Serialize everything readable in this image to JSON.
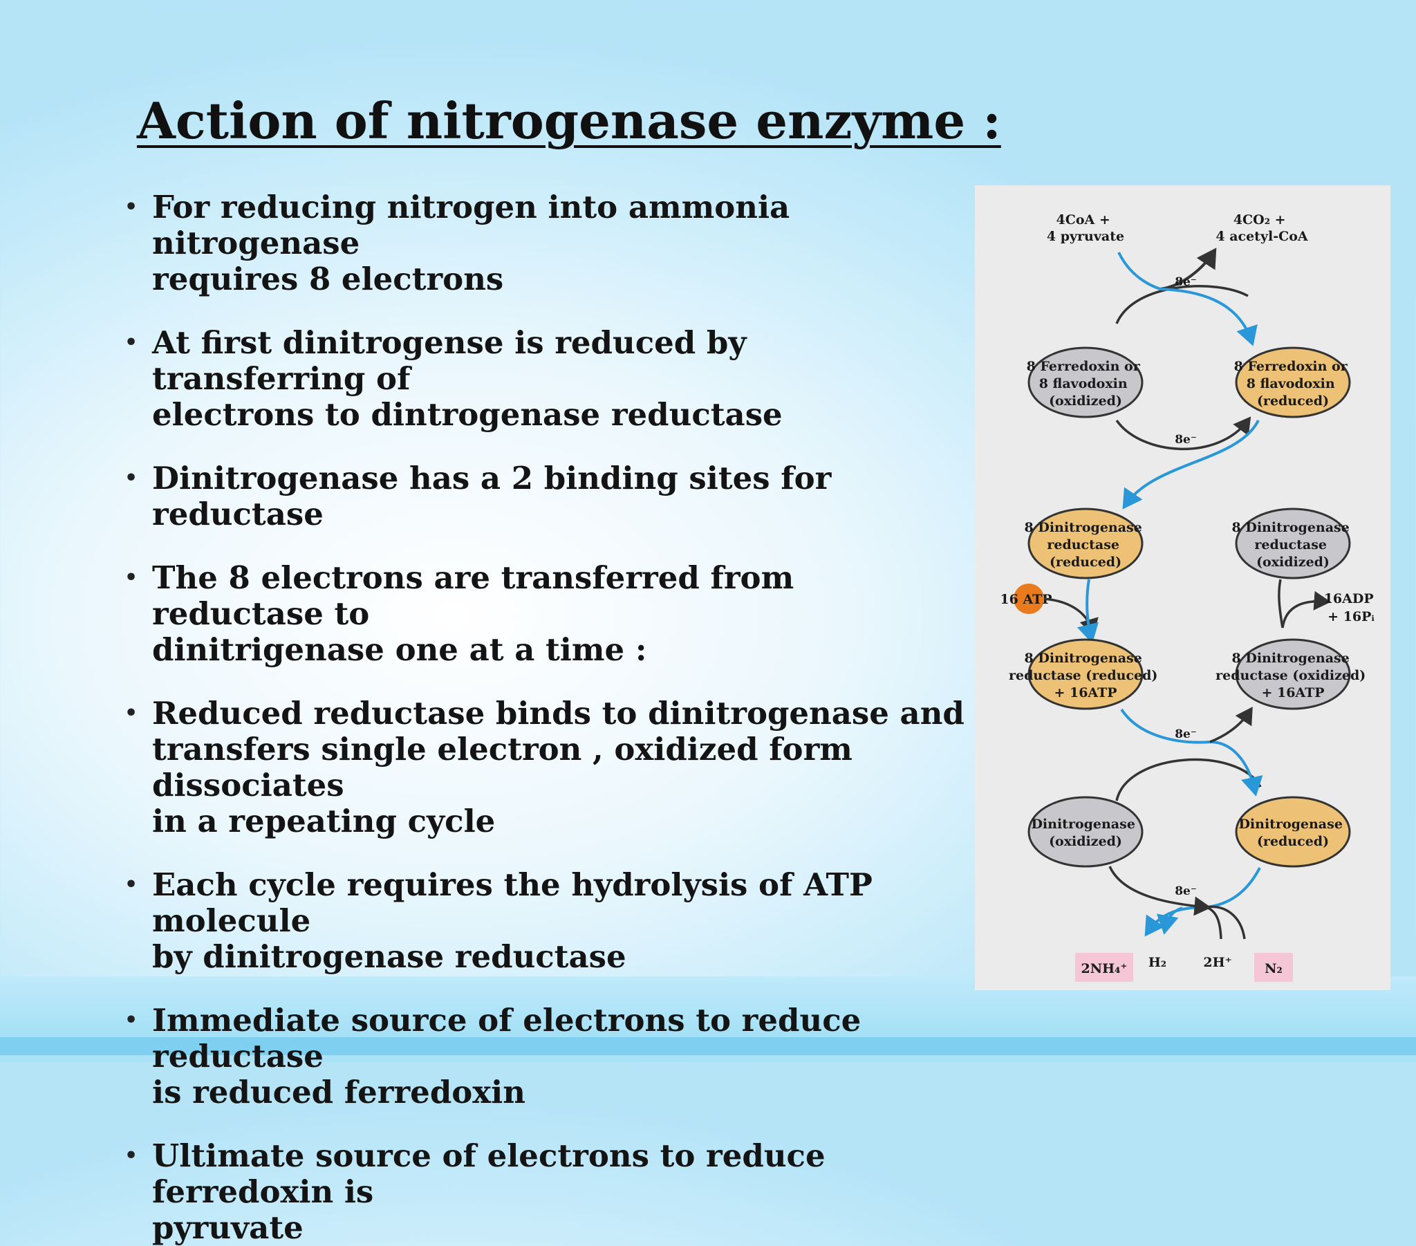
{
  "title": "Action of nitrogenase enzyme :",
  "bullets": [
    {
      "lines": [
        "For reducing nitrogen into ammonia nitrogenase",
        "requires 8 electrons"
      ]
    },
    {
      "lines": [
        "At first dinitrogense is reduced by transferring of",
        "electrons to dintrogenase reductase"
      ]
    },
    {
      "lines": [
        "Dinitrogenase has a 2 binding sites for reductase"
      ]
    },
    {
      "lines": [
        "The 8 electrons are transferred from reductase to",
        "dinitrigenase one at a time :"
      ]
    },
    {
      "lines": [
        "Reduced reductase binds to dinitrogenase and",
        "transfers single electron , oxidized form dissociates",
        "in a repeating cycle"
      ]
    },
    {
      "lines": [
        "Each cycle requires  the hydrolysis of ATP molecule",
        "by dinitrogenase reductase"
      ]
    },
    {
      "lines": [
        "Immediate source of electrons to reduce reductase",
        "is reduced ferredoxin"
      ]
    },
    {
      "lines": [
        "Ultimate source of electrons to reduce ferredoxin is",
        "pyruvate"
      ]
    }
  ],
  "bullet_symbol": "•",
  "diagram": {
    "colors": {
      "oxidized": "#c8c8cc",
      "reduced": "#edc276",
      "electron_arrow": "#2a98d8",
      "atp": "#ea7a1e",
      "product_box": "#f4c6d6",
      "panel": "#ebebeb"
    },
    "electron_label": "8e⁻",
    "top_inputs": {
      "left": [
        "4CoA +",
        "4 pyruvate"
      ],
      "right": [
        "4CO₂ +",
        "4 acetyl-CoA"
      ]
    },
    "nodes": {
      "ferredoxin_oxidized": [
        "8 Ferredoxin or",
        "8 flavodoxin",
        "(oxidized)"
      ],
      "ferredoxin_reduced": [
        "8 Ferredoxin or",
        "8 flavodoxin",
        "(reduced)"
      ],
      "reductase_reduced": [
        "8 Dinitrogenase",
        "reductase",
        "(reduced)"
      ],
      "reductase_oxidized": [
        "8 Dinitrogenase",
        "reductase",
        "(oxidized)"
      ],
      "reductase_reduced_atp": [
        "8 Dinitrogenase",
        "reductase (reduced)",
        "+ 16ATP"
      ],
      "reductase_oxidized_atp": [
        "8 Dinitrogenase",
        "reductase (oxidized)",
        "+ 16ATP"
      ],
      "dinitrogenase_oxidized": [
        "Dinitrogenase",
        "(oxidized)"
      ],
      "dinitrogenase_reduced": [
        "Dinitrogenase",
        "(reduced)"
      ]
    },
    "atp_label": "16 ATP",
    "adp_label": [
      "16ADP",
      "+ 16Pᵢ"
    ],
    "products": {
      "nh4": "2NH₄⁺",
      "h2": "H₂",
      "h_plus": "2H⁺",
      "n2": "N₂"
    }
  }
}
